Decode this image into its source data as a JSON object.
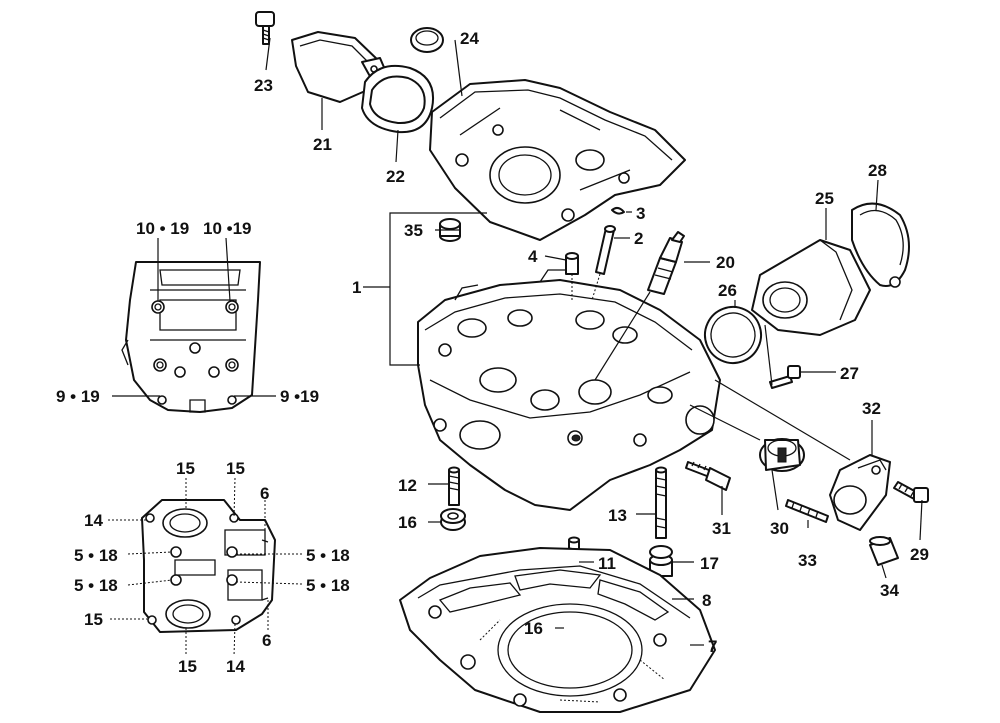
{
  "callouts": {
    "c1": "1",
    "c2": "2",
    "c3": "3",
    "c4": "4",
    "c6a": "6",
    "c6b": "6",
    "c7": "7",
    "c8": "8",
    "c11": "11",
    "c12": "12",
    "c13": "13",
    "c14a": "14",
    "c14b": "14",
    "c15a": "15",
    "c15b": "15",
    "c15c": "15",
    "c15d": "15",
    "c16a": "16",
    "c16b": "16",
    "c17": "17",
    "c20": "20",
    "c21": "21",
    "c22": "22",
    "c23": "23",
    "c24": "24",
    "c25": "25",
    "c26": "26",
    "c27": "27",
    "c28": "28",
    "c29": "29",
    "c30": "30",
    "c31": "31",
    "c32": "32",
    "c33": "33",
    "c34": "34",
    "c35": "35",
    "c10_19a": "10 • 19",
    "c10_19b": "10 •19",
    "c9_19a": "9 • 19",
    "c9_19b": "9 •19",
    "c5_18a": "5 • 18",
    "c5_18b": "5 • 18",
    "c5_18c": "5 • 18",
    "c5_18d": "5 • 18"
  }
}
